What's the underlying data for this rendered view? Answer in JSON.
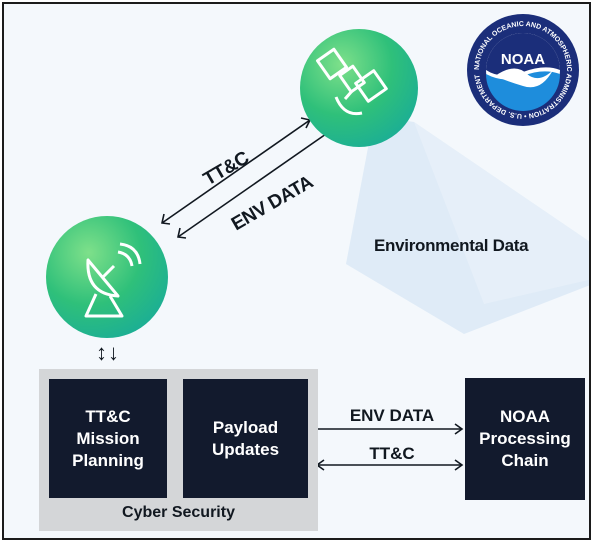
{
  "satellite": {
    "icon": "satellite-icon",
    "colors": [
      "#7ee08a",
      "#10a4a4"
    ]
  },
  "ground_station": {
    "icon": "satellite-dish-icon"
  },
  "uplink": {
    "ttc_label": "TT&C",
    "env_label": "ENV DATA"
  },
  "coverage": {
    "label": "Environmental Data"
  },
  "ground_flow_arrows": "↕↓",
  "ground_segment": {
    "ttc_box": "TT&C\nMission\nPlanning",
    "payload_box": "Payload\nUpdates",
    "cyber_label": "Cyber Security"
  },
  "links": {
    "env_label": "ENV DATA",
    "ttc_label": "TT&C"
  },
  "processing": {
    "label": "NOAA\nProcessing\nChain"
  },
  "logo": {
    "center_text": "NOAA",
    "ring_text": "NATIONAL OCEANIC AND ATMOSPHERIC ADMINISTRATION • U.S. DEPARTMENT OF COMMERCE",
    "colors": {
      "navy": "#1b2e7a",
      "blue": "#1e8ddc"
    }
  },
  "colors": {
    "dark_box": "#121a2d",
    "cyber_bg": "#d4d6d8",
    "frame_bg": "#f4f8fc"
  }
}
